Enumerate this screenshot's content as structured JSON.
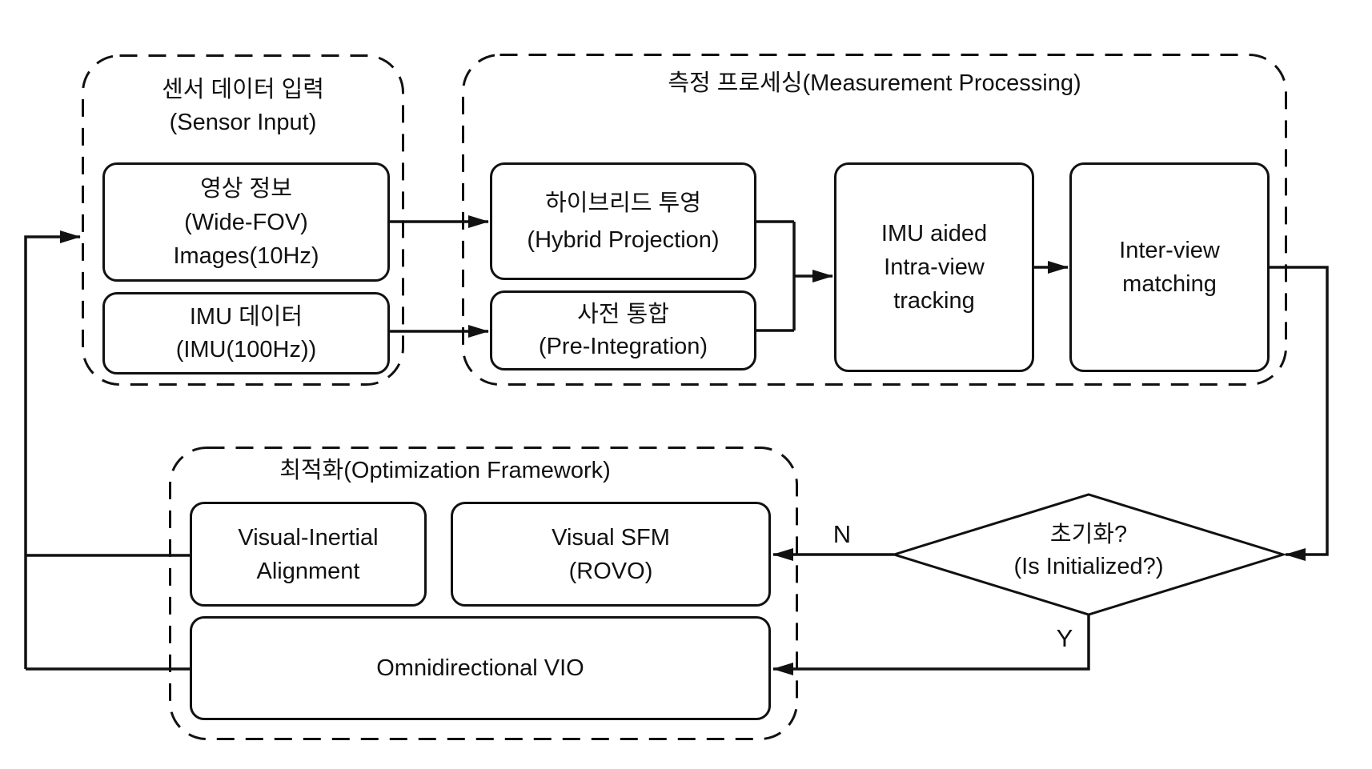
{
  "diagram": {
    "background_color": "#ffffff",
    "line_color": "#111111",
    "containers": {
      "sensor_input": {
        "title_ko": "센서 데이터 입력",
        "title_en": "(Sensor Input)"
      },
      "measurement_processing": {
        "title": "측정 프로세싱(Measurement Processing)"
      },
      "optimization_framework": {
        "title": "최적화(Optimization Framework)"
      }
    },
    "nodes": {
      "images": {
        "lines": [
          "영상 정보",
          "(Wide-FOV)",
          "Images(10Hz)"
        ]
      },
      "imu": {
        "lines": [
          "IMU 데이터",
          "(IMU(100Hz))"
        ]
      },
      "hybrid_projection": {
        "lines": [
          "하이브리드 투영",
          "(Hybrid Projection)"
        ]
      },
      "pre_integration": {
        "lines": [
          "사전 통합",
          "(Pre-Integration)"
        ]
      },
      "intra_view_tracking": {
        "lines": [
          "IMU aided",
          "Intra-view",
          "tracking"
        ]
      },
      "inter_view_matching": {
        "lines": [
          "Inter-view",
          "matching"
        ]
      },
      "visual_inertial_alignment": {
        "lines": [
          "Visual-Inertial",
          "Alignment"
        ]
      },
      "visual_sfm": {
        "lines": [
          "Visual SFM",
          "(ROVO)"
        ]
      },
      "omnidirectional_vio": {
        "lines": [
          "Omnidirectional VIO"
        ]
      }
    },
    "decision": {
      "lines": [
        "초기화?",
        "(Is Initialized?)"
      ]
    },
    "edge_labels": {
      "no": "N",
      "yes": "Y"
    }
  }
}
